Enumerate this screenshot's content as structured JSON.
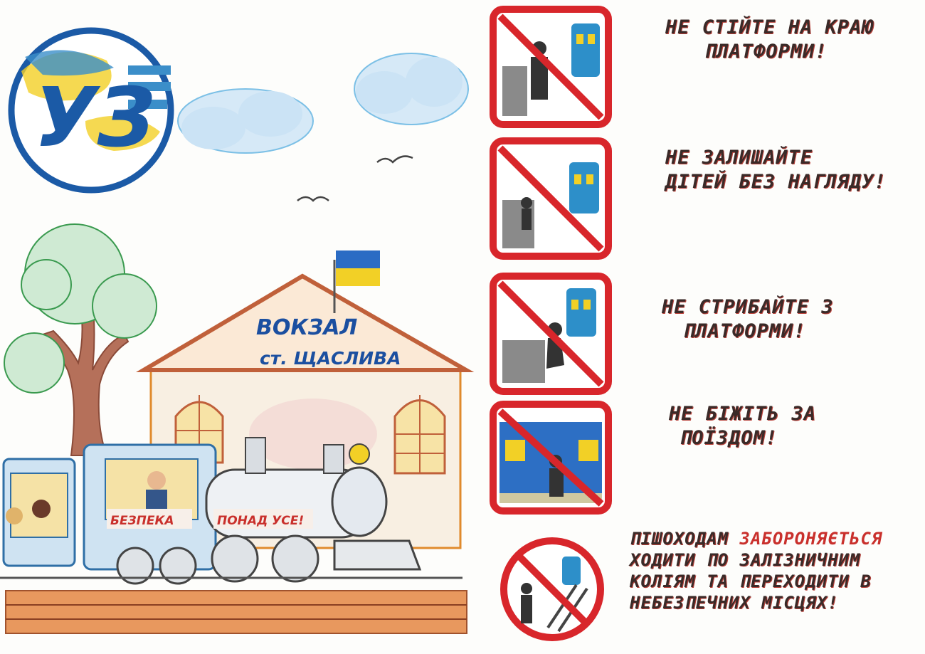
{
  "logo": {
    "text": "УЗ"
  },
  "station": {
    "sign_line1": "ВОКЗАЛ",
    "sign_line2": "ст. ЩАСЛИВА"
  },
  "train": {
    "banner_left": "БЕЗПЕКА",
    "banner_right": "ПОНАД УСЕ!"
  },
  "rules": [
    {
      "line1": "НЕ СТІЙТЕ НА КРАЮ",
      "line2": "ПЛАТФОРМИ!"
    },
    {
      "line1": "НЕ ЗАЛИШАЙТЕ",
      "line2": "ДІТЕЙ БЕЗ НАГЛЯДУ!"
    },
    {
      "line1": "НЕ СТРИБАЙТЕ З",
      "line2": "ПЛАТФОРМИ!"
    },
    {
      "line1": "НЕ БІЖІТЬ ЗА",
      "line2": "ПОЇЗДОМ!"
    }
  ],
  "pedestrian_rule": {
    "line1_start": "ПІШОХОДАМ",
    "line1_warn": "ЗАБОРОНЯЄТЬСЯ",
    "line2": "ХОДИТИ ПО ЗАЛІЗНИЧНИМ",
    "line3": "КОЛІЯМ ТА ПЕРЕХОДИТИ В",
    "line4": "НЕБЕЗПЕЧНИХ МІСЦЯХ!"
  },
  "colors": {
    "sign_red": "#d8262b",
    "logo_blue": "#1b5aa6",
    "flag_blue": "#2b6cc4",
    "flag_yellow": "#f2d026"
  }
}
